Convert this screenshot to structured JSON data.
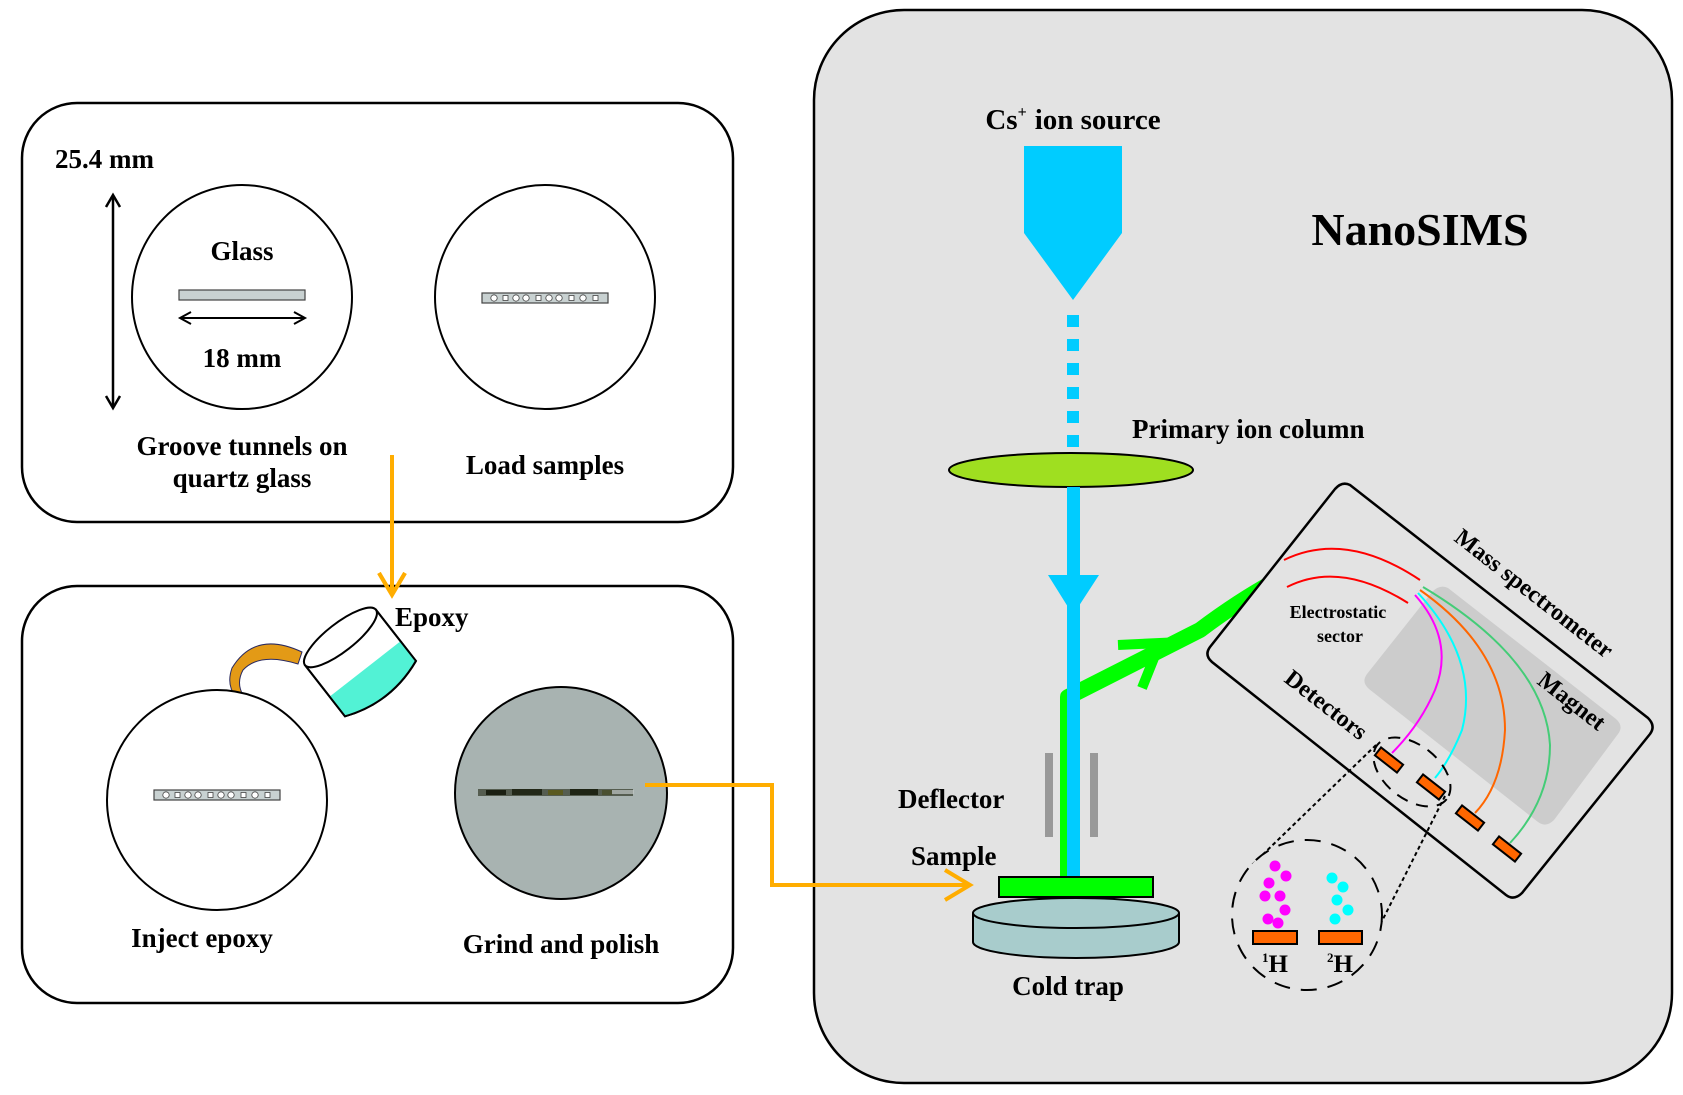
{
  "colors": {
    "panel_border": "#000000",
    "nanosims_bg": "#e3e3e3",
    "flow_arrow": "#ffad00",
    "ion_beam": "#00ccff",
    "secondary_beam": "#00ff00",
    "lens": "#9fdf20",
    "glass": "#c8d1d1",
    "epoxy": "#52f2d5",
    "polished_disk": "#a8b3b1",
    "cold_trap": "#a8cccc",
    "deflector": "#999999",
    "magnet": "#cccccc",
    "detector": "#ff6600",
    "esa_plate": "#ff0000",
    "path_1H": "#ff00ff",
    "path_2H": "#00ffff",
    "path_3": "#ff6600",
    "path_4": "#44cc77"
  },
  "prep_top": {
    "dimension_vertical": "25.4 mm",
    "glass_label": "Glass",
    "dimension_horizontal": "18 mm",
    "step1_line1": "Groove tunnels on",
    "step1_line2": "quartz glass",
    "step2": "Load samples"
  },
  "prep_bottom": {
    "epoxy_label": "Epoxy",
    "step3": "Inject epoxy",
    "step4": "Grind and polish"
  },
  "nanosims": {
    "title": "NanoSIMS",
    "ion_source_prefix": "Cs",
    "ion_source_superscript": "+",
    "ion_source_suffix": "ion source",
    "primary_column": "Primary ion column",
    "deflector": "Deflector",
    "sample": "Sample",
    "cold_trap": "Cold trap",
    "mass_spectrometer": "Mass spectrometer",
    "electrostatic_line1": "Electrostatic",
    "electrostatic_line2": "sector",
    "detectors": "Detectors",
    "magnet": "Magnet",
    "isotope1_mass": "1",
    "isotope1_symbol": "H",
    "isotope2_mass": "2",
    "isotope2_symbol": "H"
  }
}
